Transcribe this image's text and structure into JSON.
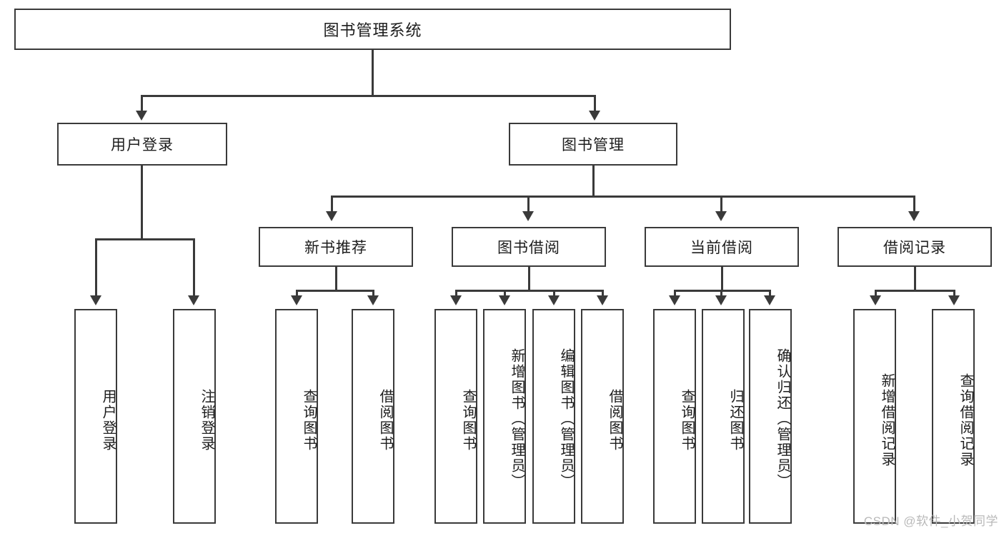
{
  "diagram": {
    "title": "图书管理系统",
    "type": "hierarchy-tree",
    "root": {
      "label": "图书管理系统"
    },
    "level2": [
      {
        "id": "user-login",
        "label": "用户登录"
      },
      {
        "id": "book-manage",
        "label": "图书管理"
      }
    ],
    "level3": [
      {
        "id": "new-book-recommend",
        "label": "新书推荐"
      },
      {
        "id": "book-borrow",
        "label": "图书借阅"
      },
      {
        "id": "current-borrow",
        "label": "当前借阅"
      },
      {
        "id": "borrow-record",
        "label": "借阅记录"
      }
    ],
    "leaves": {
      "user_login": [
        {
          "id": "leaf-user-login",
          "label": "用户登录"
        },
        {
          "id": "leaf-logout",
          "label": "注销登录"
        }
      ],
      "new_book_recommend": [
        {
          "id": "leaf-query-book-1",
          "label": "查询图书"
        },
        {
          "id": "leaf-borrow-book-1",
          "label": "借阅图书"
        }
      ],
      "book_borrow": [
        {
          "id": "leaf-query-book-2",
          "label": "查询图书"
        },
        {
          "id": "leaf-add-book",
          "label": "新增图书（管理员）"
        },
        {
          "id": "leaf-edit-book",
          "label": "编辑图书（管理员）"
        },
        {
          "id": "leaf-borrow-book-2",
          "label": "借阅图书"
        }
      ],
      "current_borrow": [
        {
          "id": "leaf-query-book-3",
          "label": "查询图书"
        },
        {
          "id": "leaf-return-book",
          "label": "归还图书"
        },
        {
          "id": "leaf-confirm-return",
          "label": "确认归还（管理员）"
        }
      ],
      "borrow_record": [
        {
          "id": "leaf-add-record",
          "label": "新增借阅记录"
        },
        {
          "id": "leaf-query-record",
          "label": "查询借阅记录"
        }
      ]
    }
  },
  "watermark": {
    "text": "CSDN @软件_小贺同学"
  },
  "colors": {
    "stroke": "#3a3a3a",
    "fill": "#ffffff",
    "text": "#1d1d1d",
    "watermark": "#b9b9b9"
  }
}
